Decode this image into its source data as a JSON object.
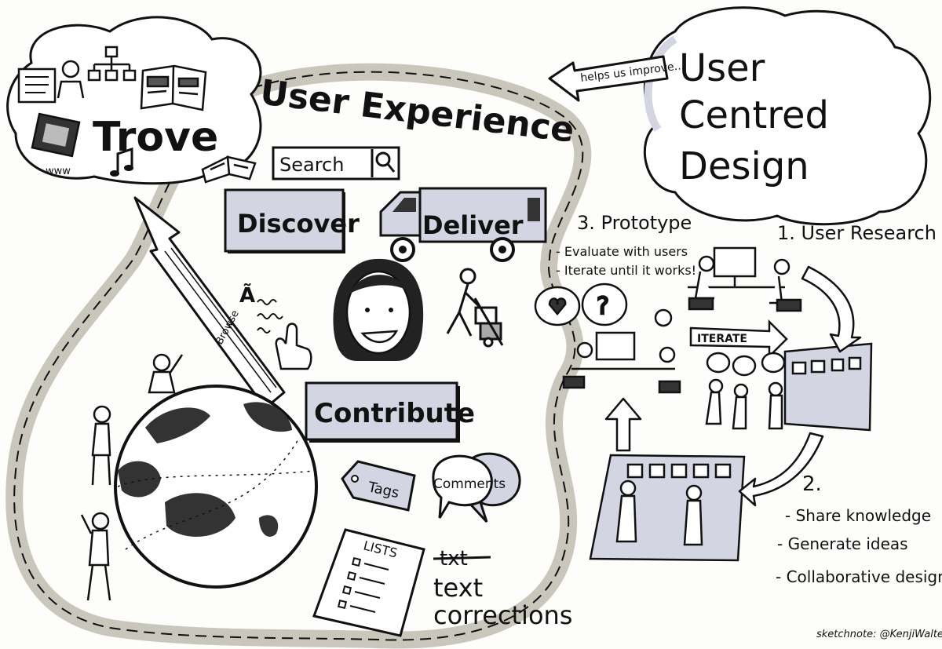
{
  "trove": {
    "title": "Trove",
    "www": "www"
  },
  "headline": "User Experience",
  "ucd": {
    "line1": "User",
    "line2": "Centred",
    "line3": "Design"
  },
  "helps_label": "helps us improve...",
  "search": {
    "label": "Search"
  },
  "discover": "Discover",
  "deliver": "Deliver",
  "contribute": "Contribute",
  "browse": "Browse",
  "tags": "Tags",
  "comments": "Comments",
  "lists": "LISTS",
  "txt": "txt",
  "text_corrections": {
    "line1": "text",
    "line2": "corrections"
  },
  "prototype": {
    "title": "3. Prototype",
    "items": [
      "- Evaluate with users",
      "- Iterate until it works!"
    ]
  },
  "user_research": "1. User Research",
  "iterate": "ITERATE",
  "step2": {
    "title": "2.",
    "items": [
      "- Share knowledge",
      "- Generate ideas",
      "- Collaborative design."
    ]
  },
  "credit": "sketchnote: @KenjiWalter",
  "colors": {
    "ink": "#111111",
    "grey_fill": "#c9c6bc",
    "box_fill": "#d3d6e2",
    "paper": "#fdfdfb"
  }
}
